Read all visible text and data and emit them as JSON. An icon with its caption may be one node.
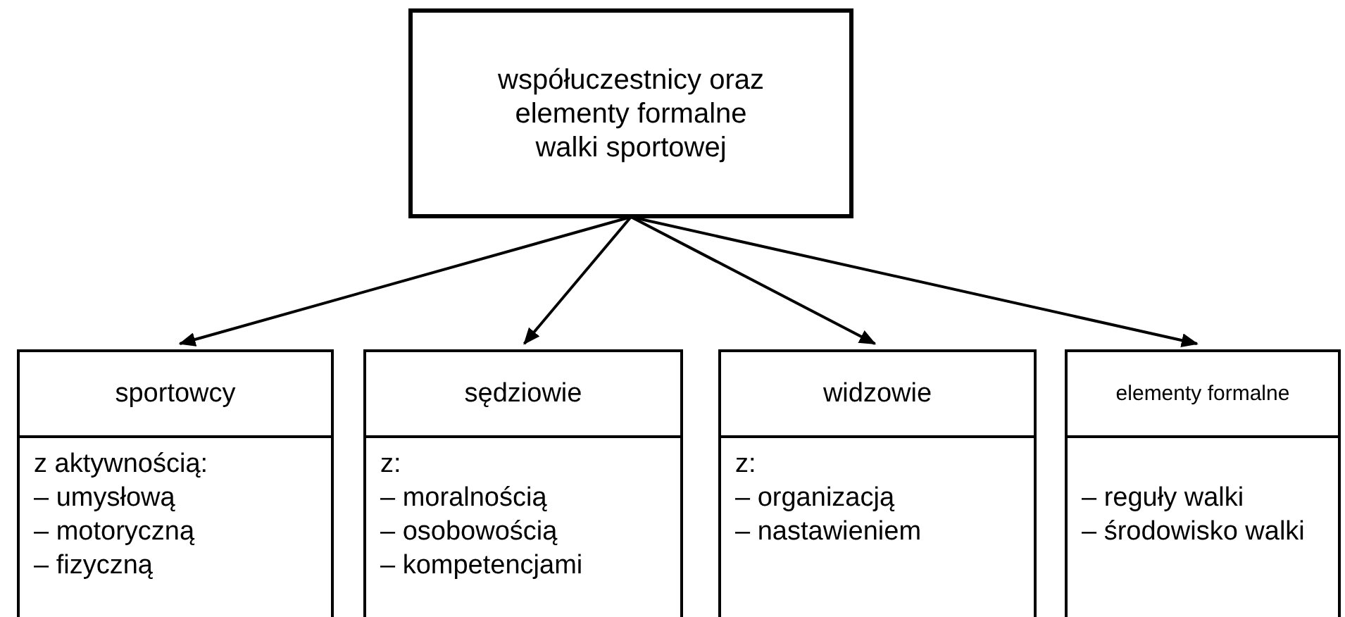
{
  "diagram": {
    "nodes": [
      {
        "text": [
          "współuczestnicy oraz elementy formalne walki sportowej"
        ]
      },
      {
        "text": [
          "sportowcy",
          "z aktywnością:",
          "– umysłową",
          "– motoryczną",
          "– fizyczną"
        ]
      },
      {
        "text": [
          "sędziowie",
          "z:",
          "– moralnością",
          "– osobowością",
          "– kompetencjami"
        ]
      },
      {
        "text": [
          "widzowie",
          "z:",
          "– organizacją",
          "– nastawieniem"
        ]
      },
      {
        "text": [
          "elementy formalne",
          "– reguły walki",
          "– środowisko walki"
        ]
      }
    ],
    "edges": [
      {
        "from": 0,
        "to": 1,
        "arrow": "to"
      },
      {
        "from": 0,
        "to": 2,
        "arrow": "to"
      },
      {
        "from": 0,
        "to": 3,
        "arrow": "to"
      },
      {
        "from": 0,
        "to": 4,
        "arrow": "to"
      }
    ]
  }
}
